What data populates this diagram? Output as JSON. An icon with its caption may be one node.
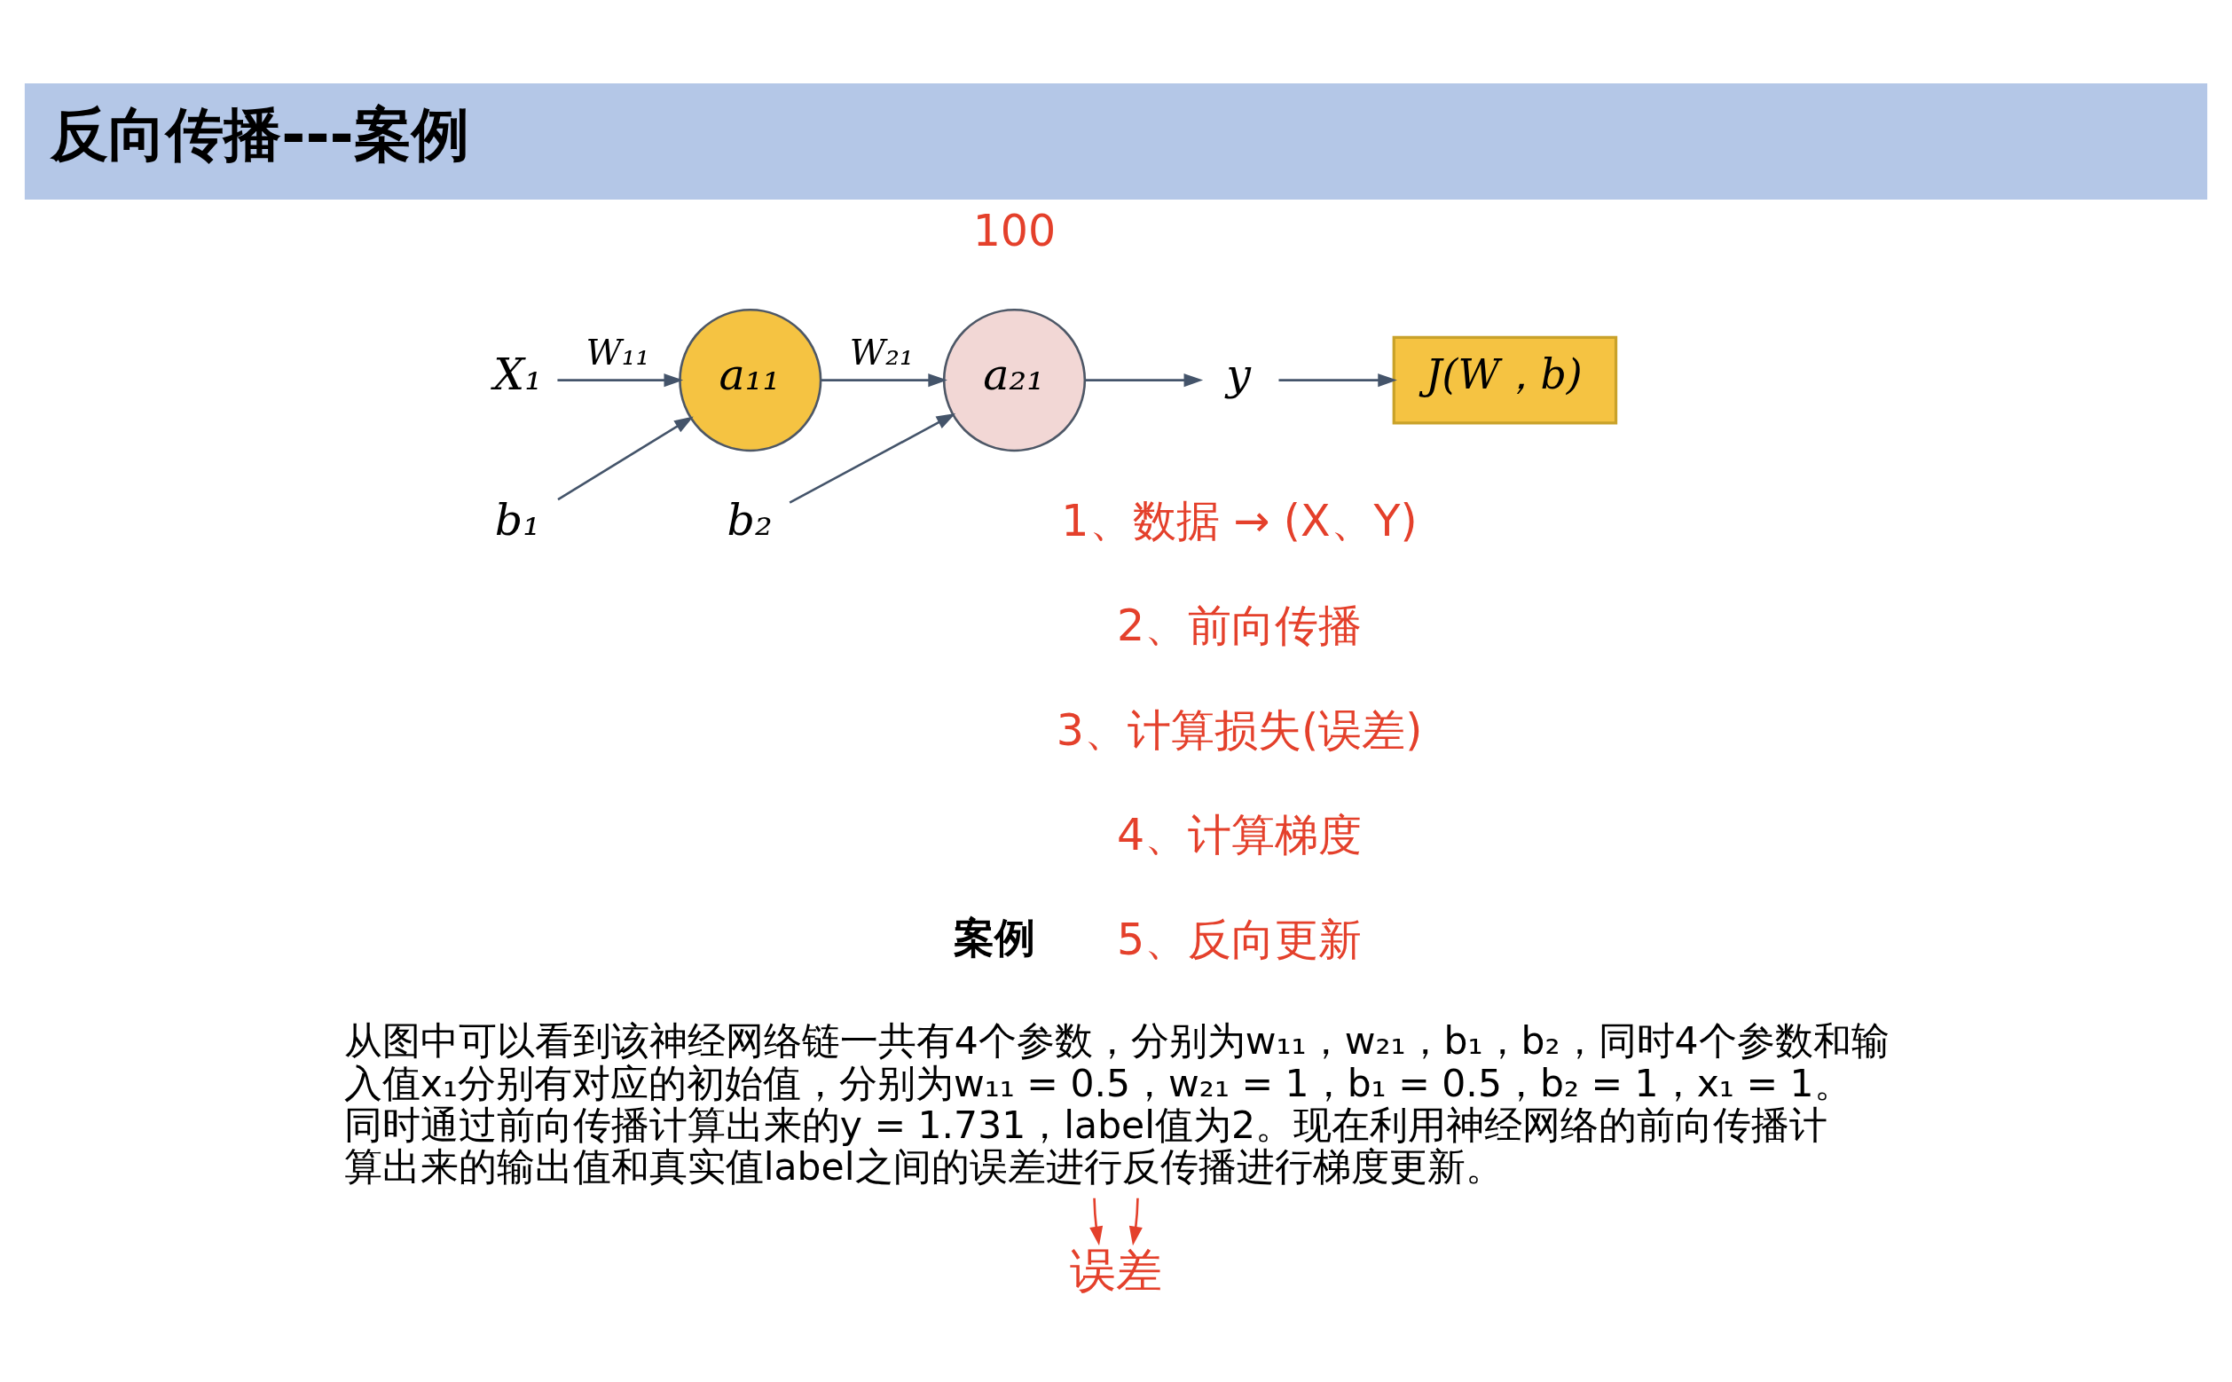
{
  "diagram": {
    "title": "反向传播---案例",
    "nodes": [
      {
        "text": [
          "X₁"
        ]
      },
      {
        "text": [
          "b₁"
        ]
      },
      {
        "text": [
          "a₁₁"
        ]
      },
      {
        "text": [
          "b₂"
        ]
      },
      {
        "text": [
          "a₂₁"
        ]
      },
      {
        "text": [
          "y"
        ]
      },
      {
        "text": [
          "J(W，b)"
        ]
      },
      {
        "text": [
          "从图中可以看到该神经网络链一共有4个参数，分别为w₁₁，w₂₁，b₁，b₂，同时4个参数和输入值x₁分别有对应的初始值，分别为w₁₁ = 0.5，w₂₁ = 1，b₁ = 0.5，b₂ = 1，x₁ = 1。同时通过前向传播计算出来的y = 1.731，label值为2。现在利用神经网络的前向传播计算出来的输出值和真实值label之间的误差进行反传播进行梯度更新。"
        ]
      },
      {
        "text": [
          "误差"
        ]
      }
    ],
    "edges": [
      {
        "from": 0,
        "to": 2,
        "arrow": "to",
        "label": "W₁₁"
      },
      {
        "from": 1,
        "to": 2,
        "arrow": "to"
      },
      {
        "from": 2,
        "to": 4,
        "arrow": "to",
        "label": "W₂₁"
      },
      {
        "from": 3,
        "to": 4,
        "arrow": "to"
      },
      {
        "from": 4,
        "to": 5,
        "arrow": "to"
      },
      {
        "from": 5,
        "to": 6,
        "arrow": "to"
      },
      {
        "from": 7,
        "to": 8,
        "arrow": "to",
        "color": "#e4402b"
      },
      {
        "from": 7,
        "to": 8,
        "arrow": "to",
        "color": "#e4402b"
      }
    ],
    "labels": [
      "100",
      "1、数据 → (X、Y)",
      "2、前向传播",
      "3、计算损失(误差)",
      "4、计算梯度",
      "5、反向更新",
      "案例"
    ]
  }
}
